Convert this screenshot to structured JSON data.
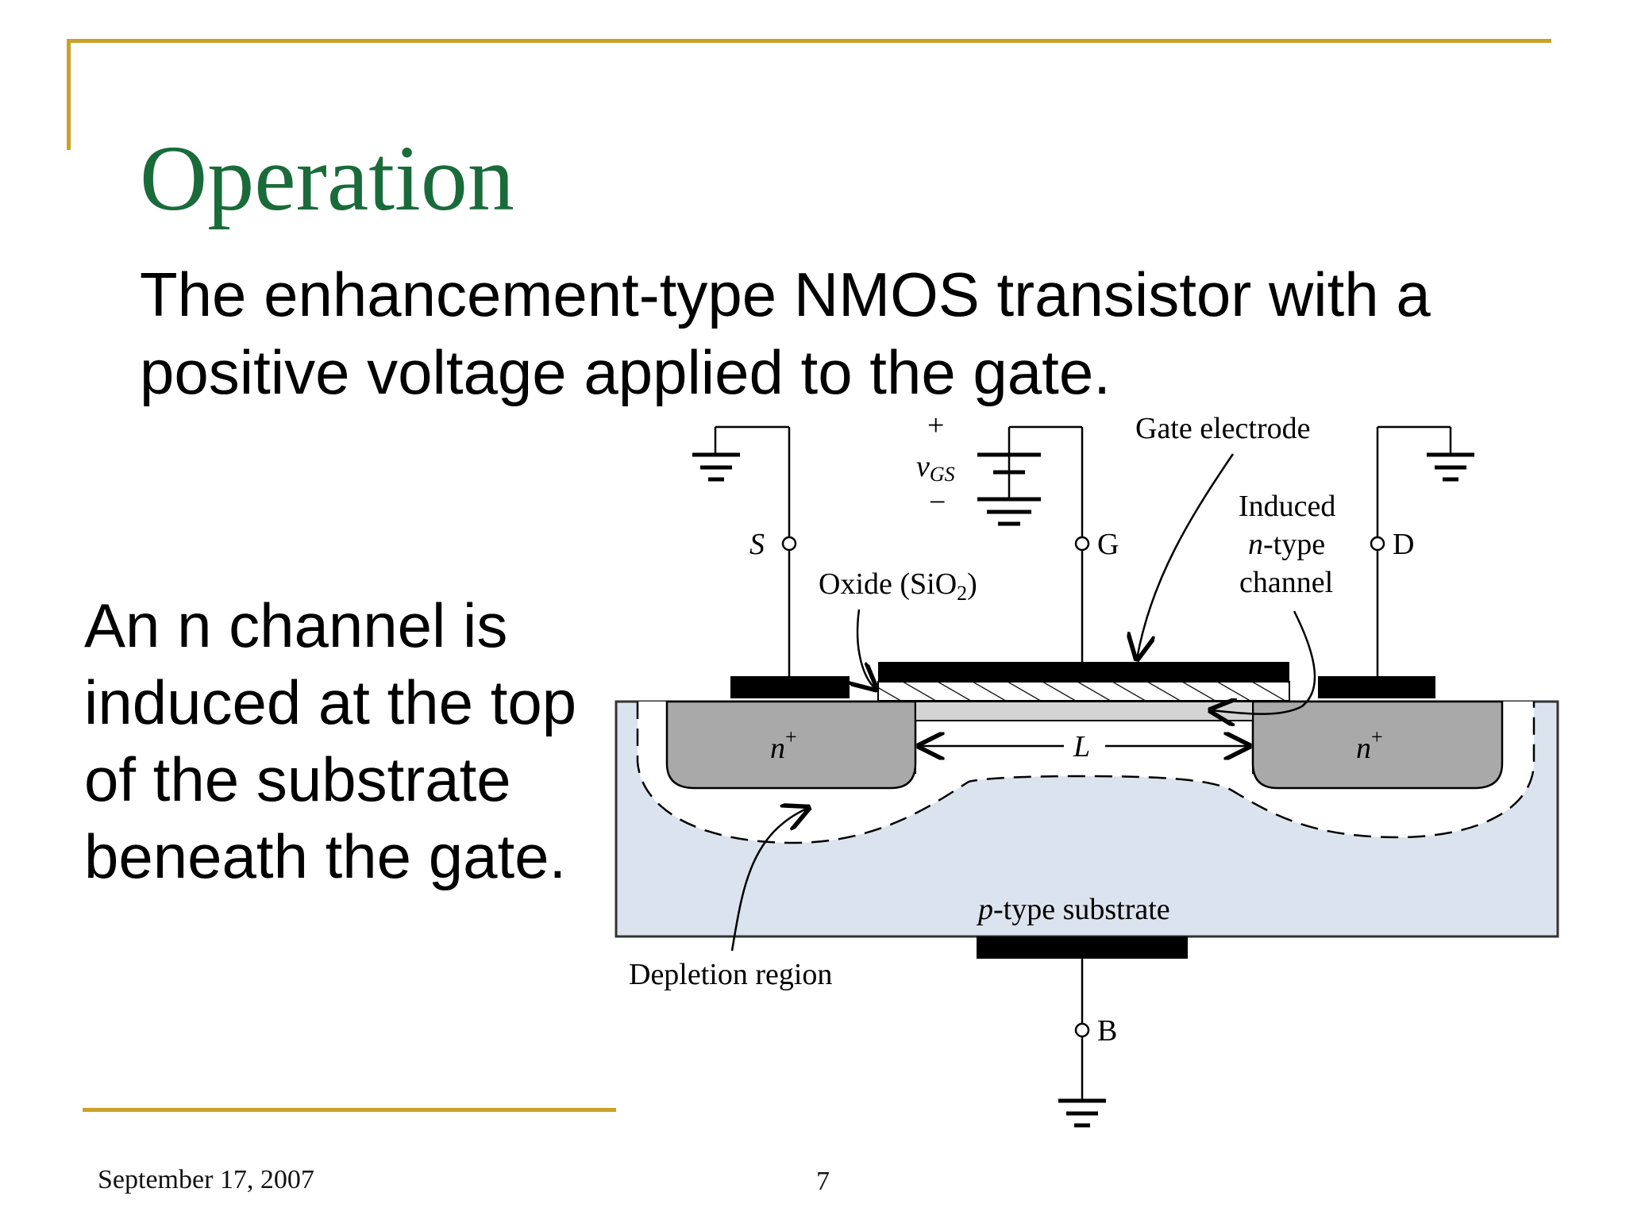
{
  "slide": {
    "title": "Operation",
    "subtitle": "The enhancement-type NMOS transistor with a positive voltage applied to the gate.",
    "side_text": "An n channel is induced at the top of the substrate beneath the gate.",
    "footer_date": "September 17, 2007",
    "page_number": "7"
  },
  "colors": {
    "accent_rule": "#c9a227",
    "title": "#1a6b3a",
    "substrate_fill": "#dbe3ee",
    "n_plus_fill": "#a9a9a9",
    "channel_fill": "#d4d4d4"
  },
  "diagram": {
    "source": "S",
    "gate": "G",
    "drain": "D",
    "body": "B",
    "vgs_plus": "+",
    "vgs_v": "v",
    "vgs_sub": "GS",
    "vgs_minus": "−",
    "gate_electrode": "Gate electrode",
    "induced_1": "Induced",
    "induced_2_n": "n",
    "induced_2_rest": "-type",
    "induced_3": "channel",
    "oxide_pre": "Oxide (SiO",
    "oxide_sub": "2",
    "oxide_post": ")",
    "n_plus_base": "n",
    "n_plus_sup": "+",
    "length": "L",
    "substrate_p": "p",
    "substrate_rest": "-type substrate",
    "depletion": "Depletion region"
  }
}
